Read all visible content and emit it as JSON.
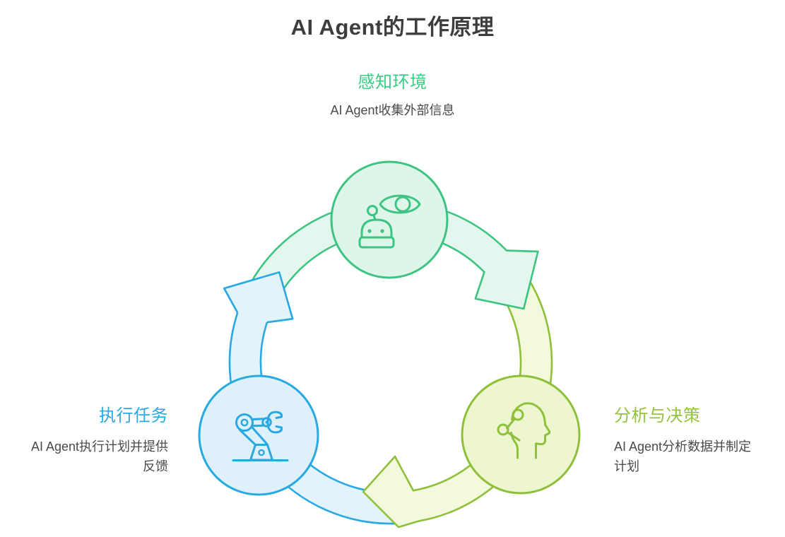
{
  "title": "AI Agent的工作原理",
  "nodes": {
    "perceive": {
      "heading": "感知环境",
      "description_lines": [
        "AI Agent收集外部信息"
      ],
      "icon": "eye-robot-icon",
      "accent": "#3ec482"
    },
    "analyze": {
      "heading": "分析与决策",
      "description_lines": [
        "AI Agent分析数据并制定",
        "计划"
      ],
      "icon": "head-neural-icon",
      "accent": "#8fc03c"
    },
    "execute": {
      "heading": "执行任务",
      "description_lines": [
        "AI Agent执行计划并提供",
        "反馈"
      ],
      "icon": "robot-arm-icon",
      "accent": "#29a9e1"
    }
  },
  "cycle": {
    "direction": "clockwise",
    "order": [
      "perceive",
      "analyze",
      "execute"
    ]
  },
  "colors": {
    "background": "#ffffff",
    "title_text": "#3d3d3d",
    "body_text": "#4a4a4a",
    "green_stroke": "#3ec482",
    "green_band_fill": "#e3f7ee",
    "green_node_fill": "#def5e9",
    "green_heading": "#3ecb83",
    "olive_stroke": "#8fc03c",
    "olive_band_fill": "#f3fadc",
    "olive_node_fill": "#eef6d0",
    "olive_heading": "#95c33d",
    "blue_stroke": "#29a9e1",
    "blue_band_fill": "#e2f3fc",
    "blue_node_fill": "#def0fa",
    "blue_heading": "#29a9e1"
  }
}
